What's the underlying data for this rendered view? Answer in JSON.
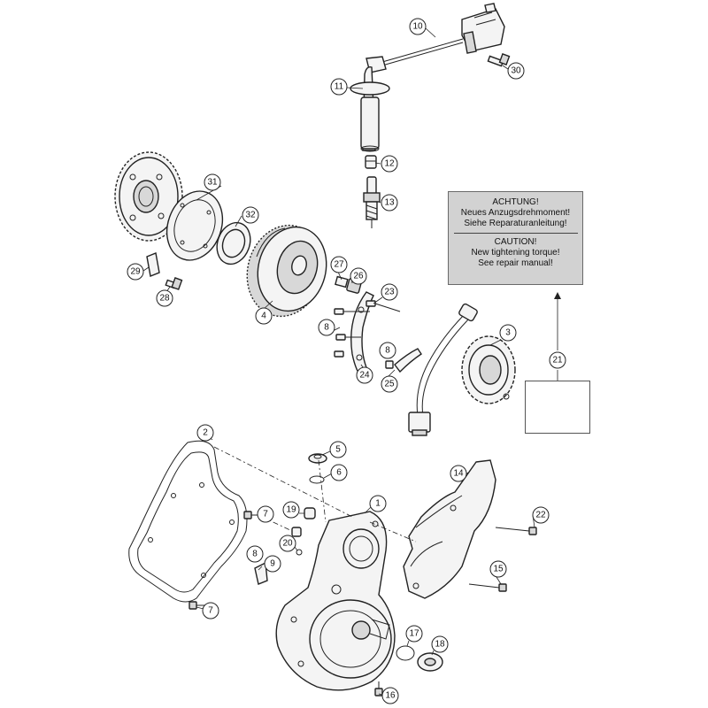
{
  "warning": {
    "de_title": "ACHTUNG!",
    "de_line1": "Neues Anzugsdrehmoment!",
    "de_line2": "Siehe Reparaturanleitung!",
    "en_title": "CAUTION!",
    "en_line1": "New tightening torque!",
    "en_line2": "See repair manual!"
  },
  "callouts": {
    "c1": "1",
    "c2": "2",
    "c3": "3",
    "c4": "4",
    "c5": "5",
    "c6": "6",
    "c7a": "7",
    "c7b": "7",
    "c8a": "8",
    "c8b": "8",
    "c8c": "8",
    "c9": "9",
    "c10": "10",
    "c11": "11",
    "c12": "12",
    "c13": "13",
    "c14": "14",
    "c15": "15",
    "c16": "16",
    "c17": "17",
    "c18": "18",
    "c19": "19",
    "c20": "20",
    "c21": "21",
    "c22": "22",
    "c23": "23",
    "c24": "24",
    "c25": "25",
    "c26": "26",
    "c27": "27",
    "c28": "28",
    "c29": "29",
    "c30": "30",
    "c31": "31",
    "c32": "32"
  }
}
